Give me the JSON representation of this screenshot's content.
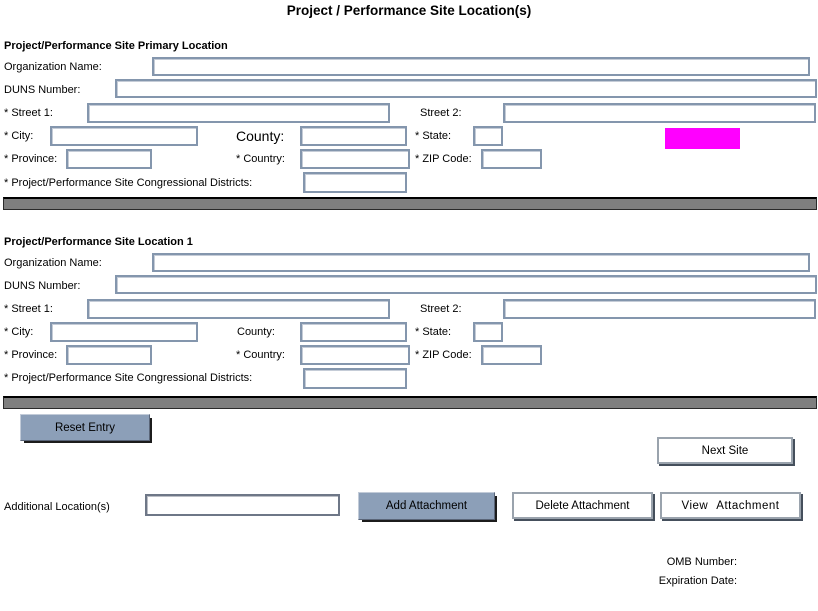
{
  "title": "Project / Performance Site Location(s)",
  "sections": [
    {
      "header": "Project/Performance Site Primary Location",
      "labels": {
        "organization_name": "Organization Name:",
        "duns": "DUNS Number:",
        "street1": "* Street 1:",
        "street2": "Street 2:",
        "city": "* City:",
        "county": "County:",
        "state": "* State:",
        "province": "* Province:",
        "country": "* Country:",
        "zip": "* ZIP Code:",
        "congressional_districts": "* Project/Performance Site Congressional Districts:"
      },
      "values": {
        "organization_name": "",
        "duns": "",
        "street1": "",
        "street2": "",
        "city": "",
        "county": "",
        "state": "",
        "province": "",
        "country": "",
        "zip": "",
        "congressional_districts": ""
      }
    },
    {
      "header": "Project/Performance Site Location 1",
      "labels": {
        "organization_name": "Organization Name:",
        "duns": "DUNS Number:",
        "street1": "* Street 1:",
        "street2": "Street 2:",
        "city": "* City:",
        "county": "County:",
        "state": "* State:",
        "province": "* Province:",
        "country": "* Country:",
        "zip": "* ZIP Code:",
        "congressional_districts": "* Project/Performance Site Congressional Districts:"
      },
      "values": {
        "organization_name": "",
        "duns": "",
        "street1": "",
        "street2": "",
        "city": "",
        "county": "",
        "state": "",
        "province": "",
        "country": "",
        "zip": "",
        "congressional_districts": ""
      }
    }
  ],
  "actions": {
    "reset_entry": "Reset Entry",
    "next_site": "Next Site",
    "add_attachment": "Add Attachment",
    "delete_attachment": "Delete Attachment",
    "view_attachment": "View Attachment"
  },
  "additional": {
    "label": "Additional Location(s)",
    "value": ""
  },
  "footer": {
    "omb_number_label": "OMB Number:",
    "expiration_date_label": "Expiration Date:"
  },
  "colors": {
    "highlight_magenta": "#FF00FF",
    "field_border_blue": "#8496AD",
    "button_blue": "#8C9FB8",
    "separator_gray": "#7F7F7F"
  }
}
